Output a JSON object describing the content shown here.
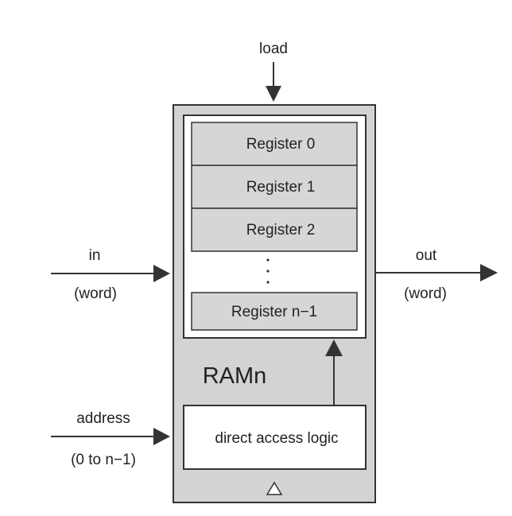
{
  "diagram": {
    "inputs": {
      "load": "load",
      "in_name": "in",
      "in_type": "(word)",
      "address_name": "address",
      "address_range": "(0 to n−1)"
    },
    "outputs": {
      "out_name": "out",
      "out_type": "(word)"
    },
    "chip_name": "RAMn",
    "registers": [
      "Register 0",
      "Register 1",
      "Register 2",
      "Register n−1"
    ],
    "ellipsis": ".\n.\n.",
    "logic_block": "direct access logic",
    "colors": {
      "chip_fill": "#d3d3d3",
      "register_fill": "#d6d6d6",
      "stroke": "#333333",
      "background": "#ffffff"
    }
  }
}
